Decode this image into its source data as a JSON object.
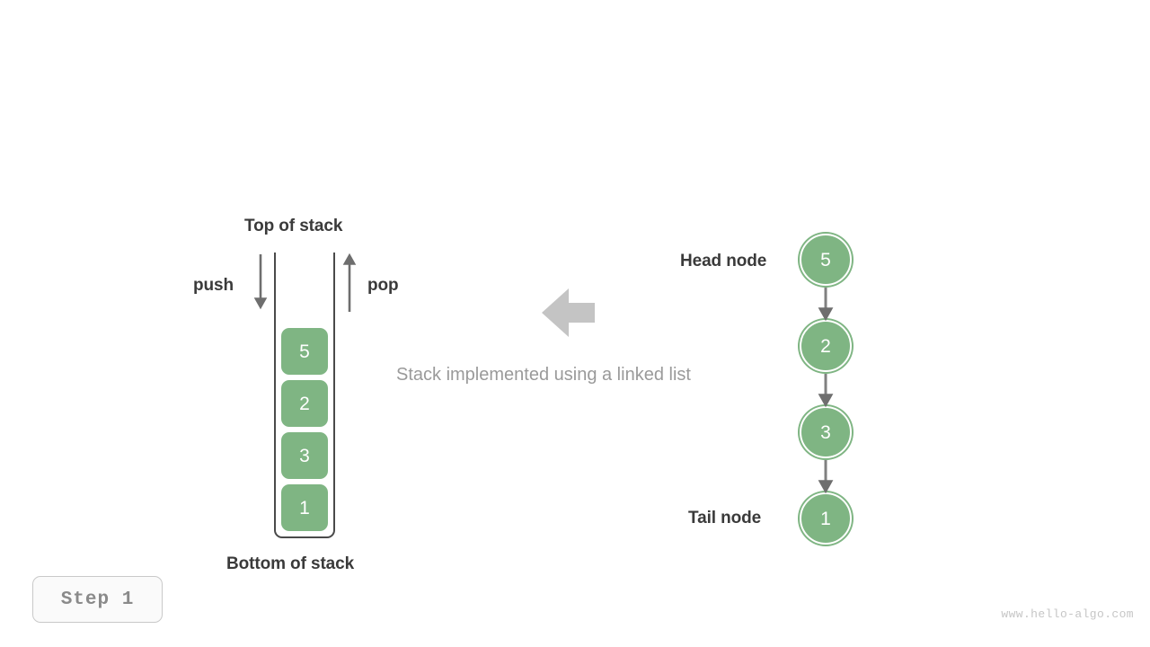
{
  "diagram": {
    "caption": "Stack implemented using a linked list",
    "accent_green": "#7fb583",
    "arrow_gray": "#6e6e6e",
    "block_arrow_gray": "#c4c4c4",
    "text_dark": "#3a3a3a",
    "text_muted": "#9a9a9a"
  },
  "stack": {
    "top_label": "Top of stack",
    "bottom_label": "Bottom of stack",
    "push_label": "push",
    "pop_label": "pop",
    "cells": [
      {
        "value": "5"
      },
      {
        "value": "2"
      },
      {
        "value": "3"
      },
      {
        "value": "1"
      }
    ]
  },
  "linked_list": {
    "head_label": "Head node",
    "tail_label": "Tail node",
    "nodes": [
      {
        "value": "5"
      },
      {
        "value": "2"
      },
      {
        "value": "3"
      },
      {
        "value": "1"
      }
    ]
  },
  "footer": {
    "step_label": "Step 1",
    "watermark": "www.hello-algo.com"
  }
}
